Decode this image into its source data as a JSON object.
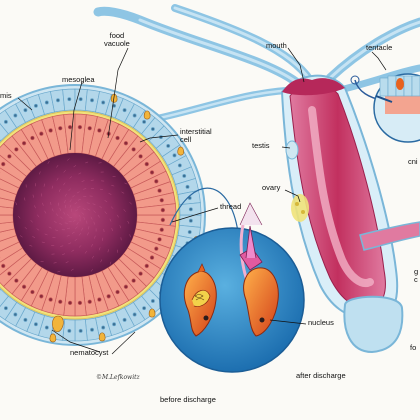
{
  "labels": {
    "food_vacuole_line1": "food",
    "food_vacuole_line2": "vacuole",
    "epidermis": "mis",
    "mesoglea": "mesoglea",
    "interstitial_line1": "interstitial",
    "interstitial_line2": "cell",
    "thread": "thread",
    "mouth": "mouth",
    "tentacle": "tentacle",
    "testis": "testis",
    "ovary": "ovary",
    "cnidocyte": "cni",
    "gastro_line1": "g",
    "gastro_line2": "c",
    "foot": "fo",
    "nucleus": "nucleus",
    "nematocyst": "nematocyst",
    "before_discharge": "before discharge",
    "after_discharge": "after discharge"
  },
  "signature": "©M.Lefkowitz",
  "colors": {
    "background": "#fbfaf6",
    "epidermis_cells": "#a9cfe0",
    "gastrodermis_cells": "#f19a8a",
    "mesoglea": "#f2e27a",
    "gastrovascular_cavity": "#8a2a5a",
    "hydra_body": "#c8376a",
    "hydra_outline": "#7ab6d8",
    "inset_bg": "#2a86c2",
    "nematocyst": "#e8621e"
  }
}
